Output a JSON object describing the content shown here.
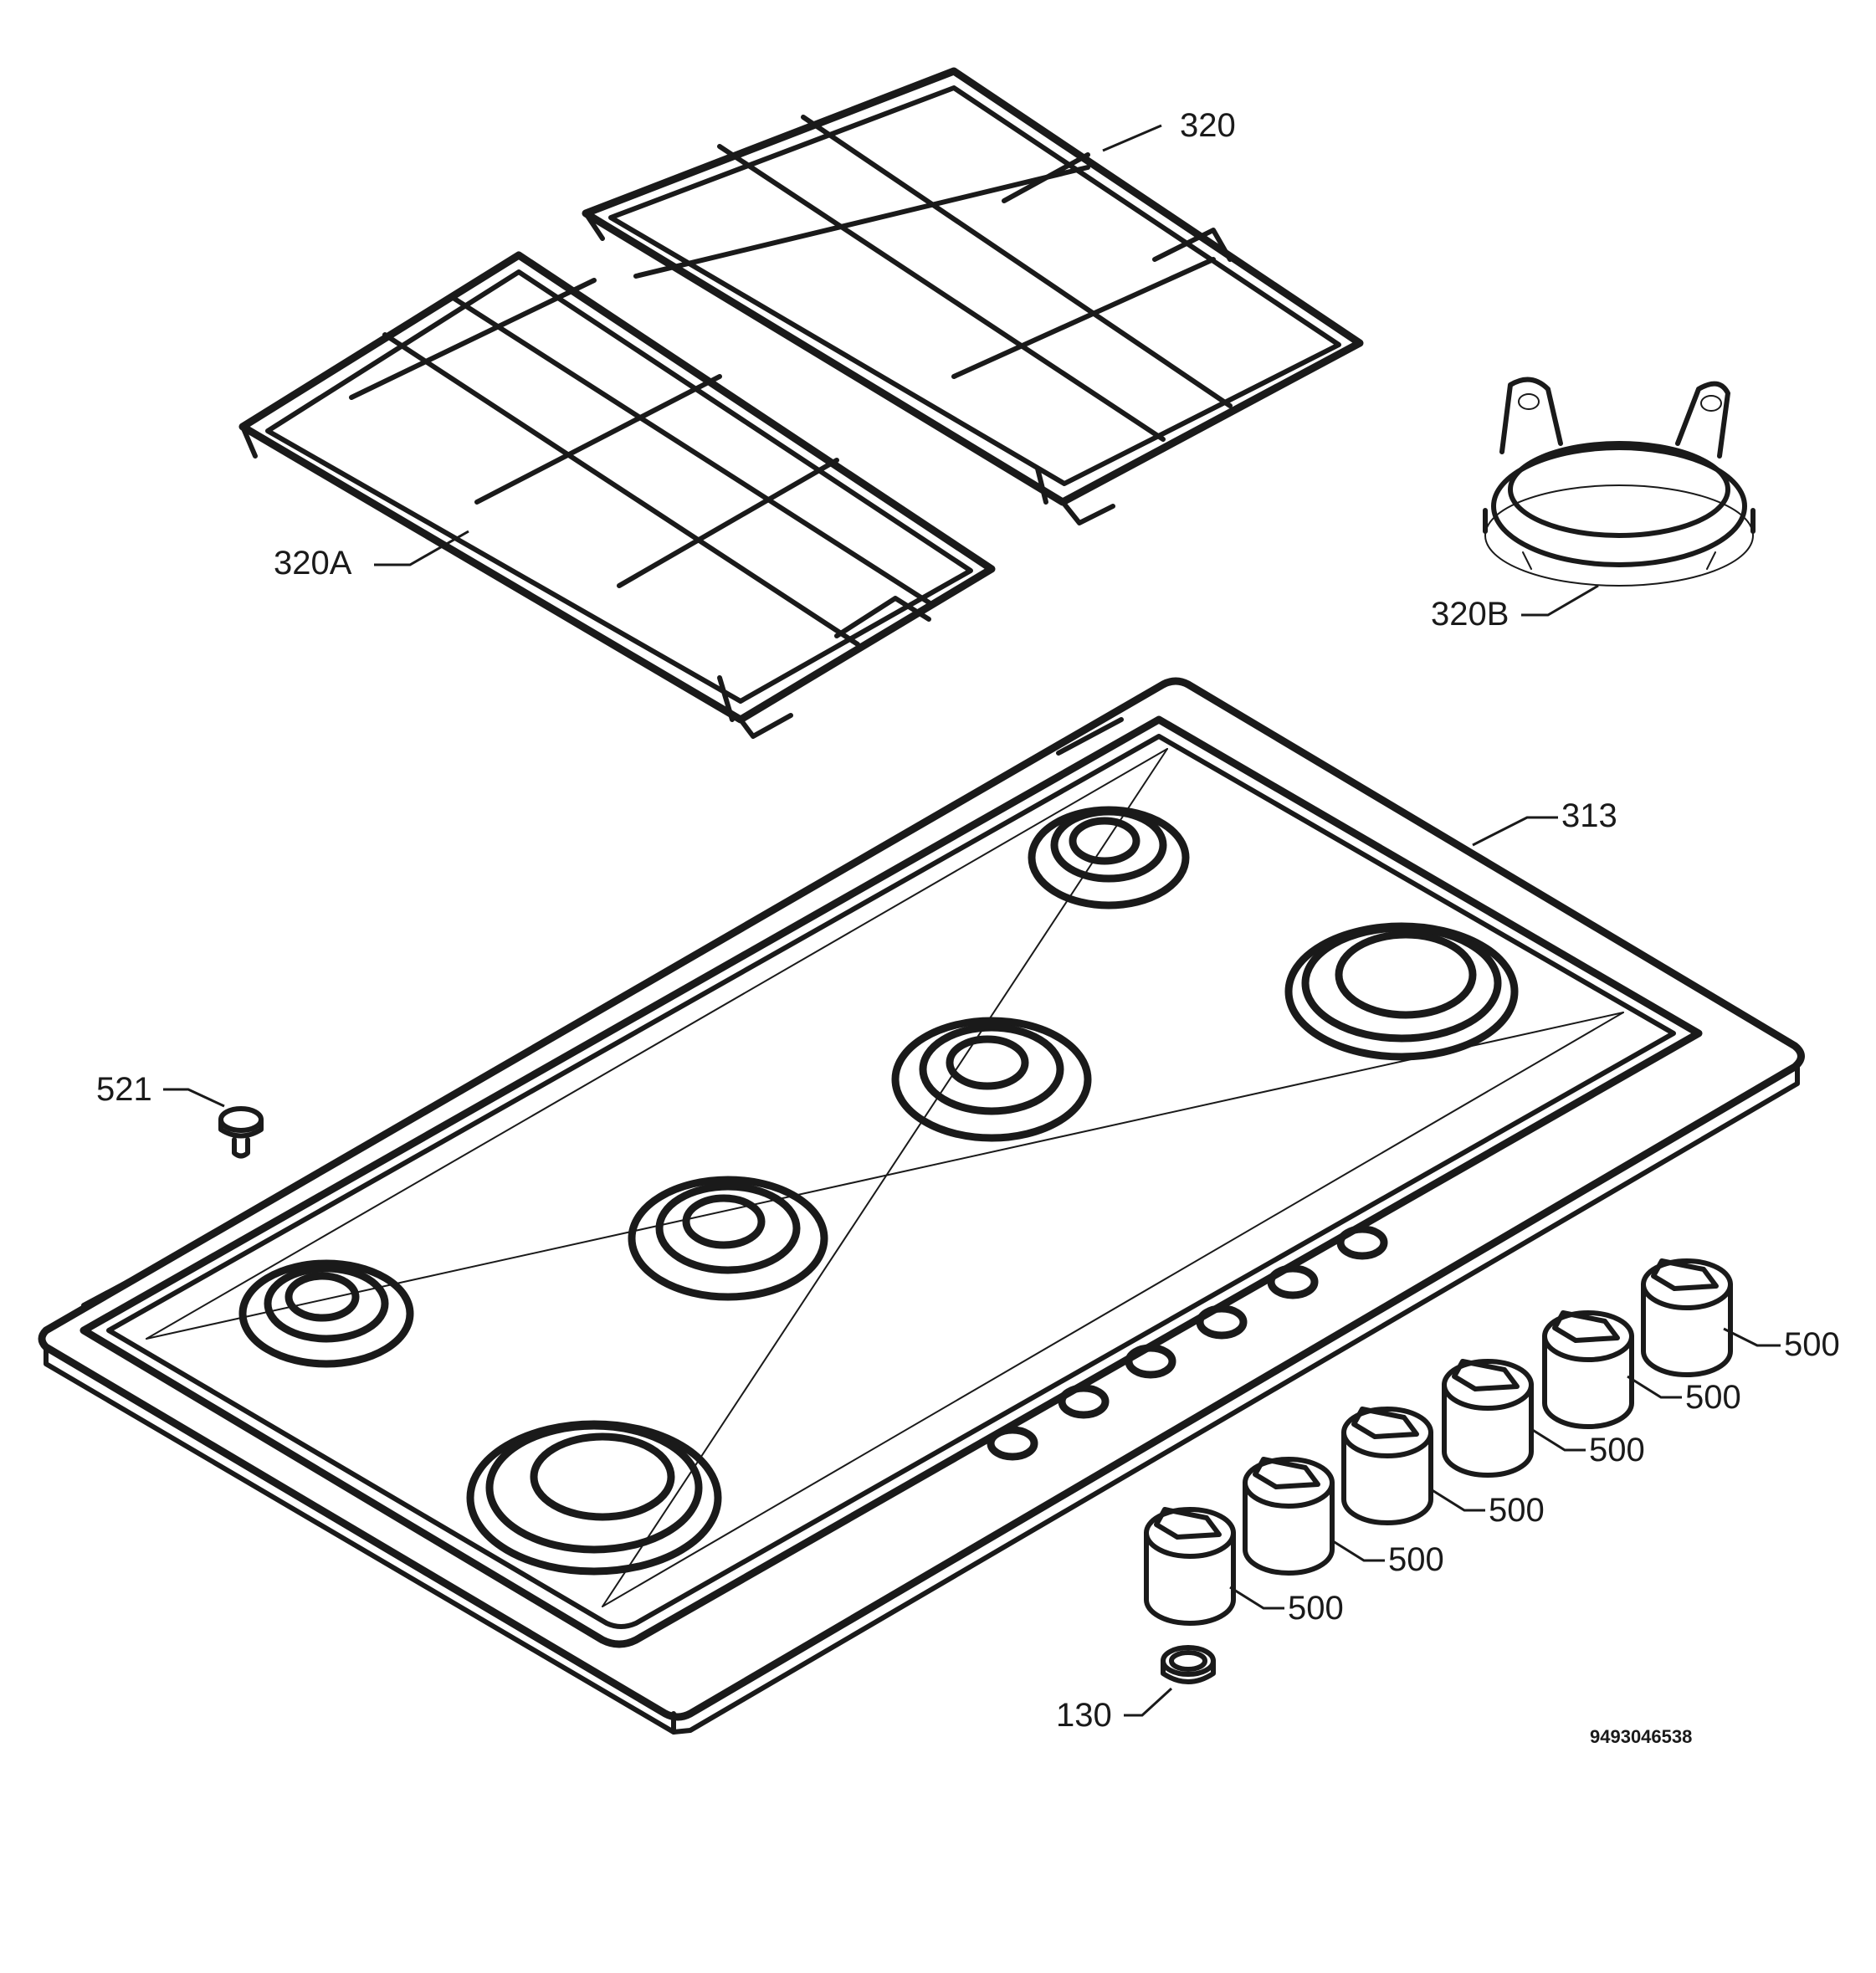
{
  "callouts": {
    "grate_right": "320",
    "grate_left": "320A",
    "wok_ring": "320B",
    "hob_top": "313",
    "screw": "521",
    "knob_1": "500",
    "knob_2": "500",
    "knob_3": "500",
    "knob_4": "500",
    "knob_5": "500",
    "knob_6": "500",
    "seal": "130"
  },
  "document_id": "9493046538"
}
